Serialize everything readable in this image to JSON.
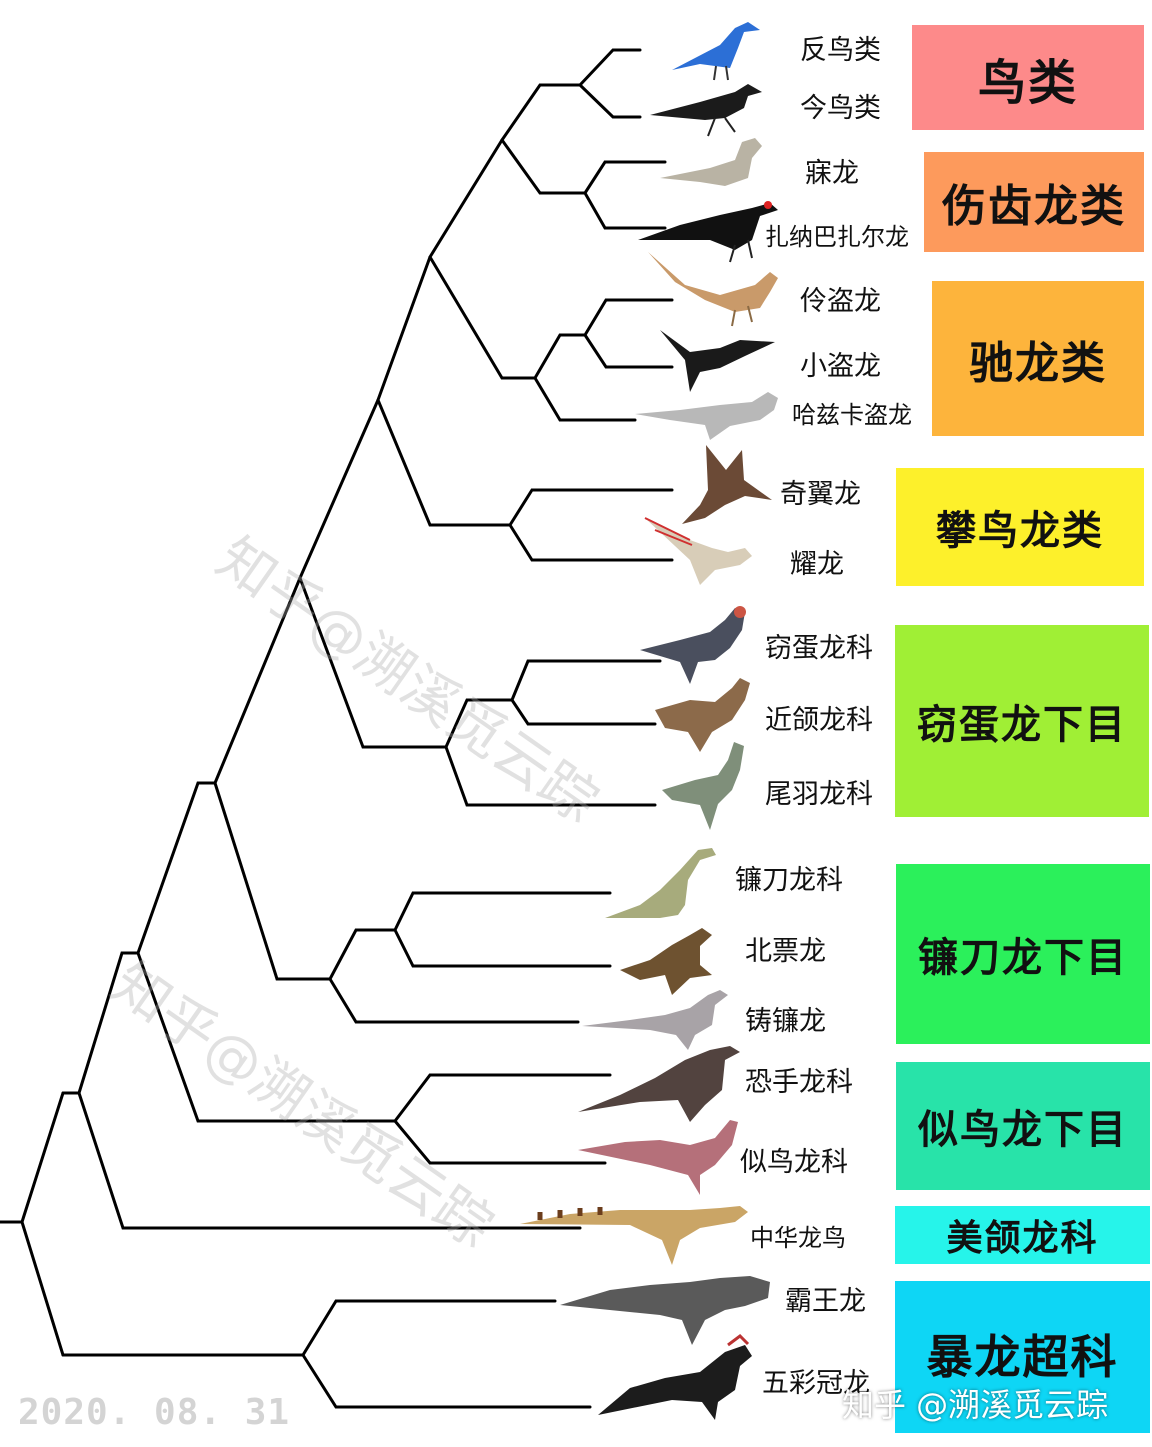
{
  "taxa": [
    {
      "id": "enantiornithes",
      "label": "反鸟类"
    },
    {
      "id": "neornithes",
      "label": "今鸟类"
    },
    {
      "id": "mei",
      "label": "寐龙"
    },
    {
      "id": "zanabazar",
      "label": "扎纳巴扎尔龙"
    },
    {
      "id": "velociraptor",
      "label": "伶盗龙"
    },
    {
      "id": "microraptor",
      "label": "小盗龙"
    },
    {
      "id": "halszkaraptor",
      "label": "哈兹卡盗龙"
    },
    {
      "id": "yi",
      "label": "奇翼龙"
    },
    {
      "id": "epidexipteryx",
      "label": "耀龙"
    },
    {
      "id": "oviraptoridae",
      "label": "窃蛋龙科"
    },
    {
      "id": "caenagnathidae",
      "label": "近颌龙科"
    },
    {
      "id": "caudipteridae",
      "label": "尾羽龙科"
    },
    {
      "id": "therizinosauridae",
      "label": "镰刀龙科"
    },
    {
      "id": "beipiaosaurus",
      "label": "北票龙"
    },
    {
      "id": "falcarius",
      "label": "铸镰龙"
    },
    {
      "id": "deinocheiridae",
      "label": "恐手龙科"
    },
    {
      "id": "ornithomimidae",
      "label": "似鸟龙科"
    },
    {
      "id": "sinosauropteryx",
      "label": "中华龙鸟"
    },
    {
      "id": "tyrannosaurus",
      "label": "霸王龙"
    },
    {
      "id": "guanlong",
      "label": "五彩冠龙"
    }
  ],
  "groups": [
    {
      "id": "aves",
      "label": "鸟类",
      "color": "#fd8a8a"
    },
    {
      "id": "troodontidae",
      "label": "伤齿龙类",
      "color": "#fd9a5c"
    },
    {
      "id": "dromaeosauridae",
      "label": "驰龙类",
      "color": "#fdb43c"
    },
    {
      "id": "scansoriopterygidae",
      "label": "攀鸟龙类",
      "color": "#fdf02b"
    },
    {
      "id": "oviraptorosauria",
      "label": "窃蛋龙下目",
      "color": "#a0ef35"
    },
    {
      "id": "therizinosauria",
      "label": "镰刀龙下目",
      "color": "#2bf05b"
    },
    {
      "id": "ornithomimosauria",
      "label": "似鸟龙下目",
      "color": "#28e3a9"
    },
    {
      "id": "compsognathidae",
      "label": "美颌龙科",
      "color": "#26f4ea"
    },
    {
      "id": "tyrannosauroidea",
      "label": "暴龙超科",
      "color": "#0ed6f5"
    }
  ],
  "watermark": "知乎@溯溪觅云踪",
  "date": "2020. 08. 31",
  "brand": "知乎 @溯溪觅云踪",
  "colors": {
    "tree_line": "#000000"
  }
}
